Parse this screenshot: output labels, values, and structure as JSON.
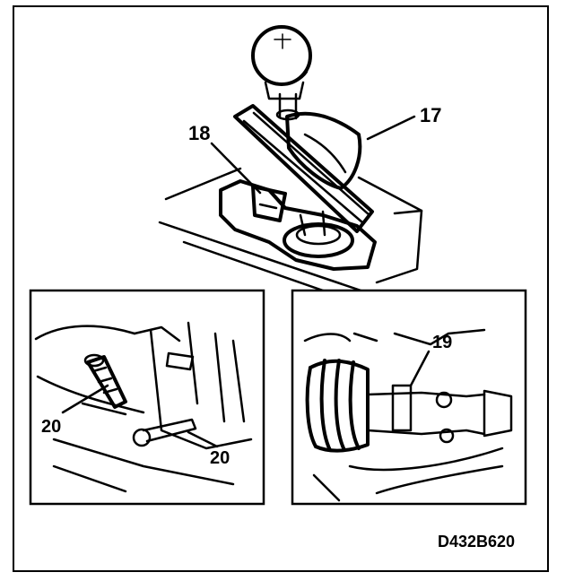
{
  "figure": {
    "code": "D432B620",
    "callouts": {
      "shift_boot": "17",
      "bracket": "18",
      "retainer": "19",
      "bolt_upper": "20",
      "bolt_lower": "20"
    }
  },
  "colors": {
    "ink": "#000000",
    "background": "#ffffff"
  }
}
